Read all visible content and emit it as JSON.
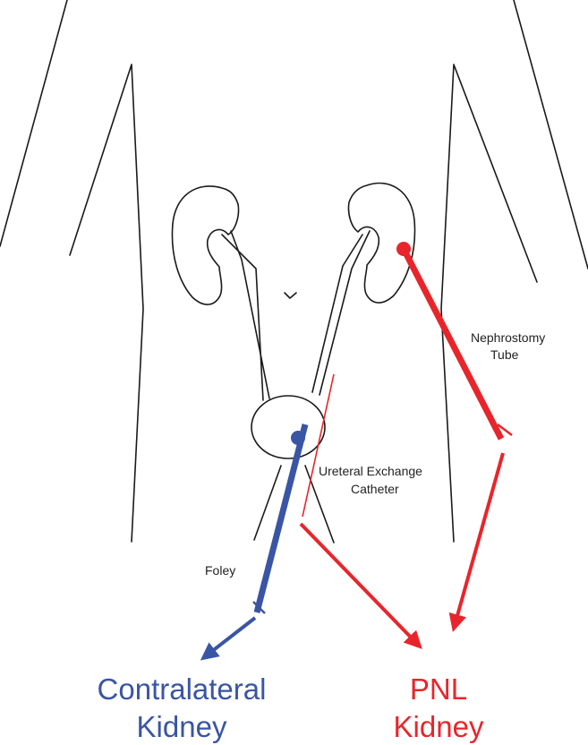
{
  "labels": {
    "nephrostomy_line1": "Nephrostomy",
    "nephrostomy_line2": "Tube",
    "ureteral_line1": "Ureteral Exchange",
    "ureteral_line2": "Catheter",
    "foley": "Foley",
    "contralateral_line1": "Contralateral",
    "contralateral_line2": "Kidney",
    "pnl_line1": "PNL",
    "pnl_line2": "Kidney"
  },
  "colors": {
    "blue": "#3a55a4",
    "red": "#e8252b",
    "outline": "#1a1a1a"
  }
}
